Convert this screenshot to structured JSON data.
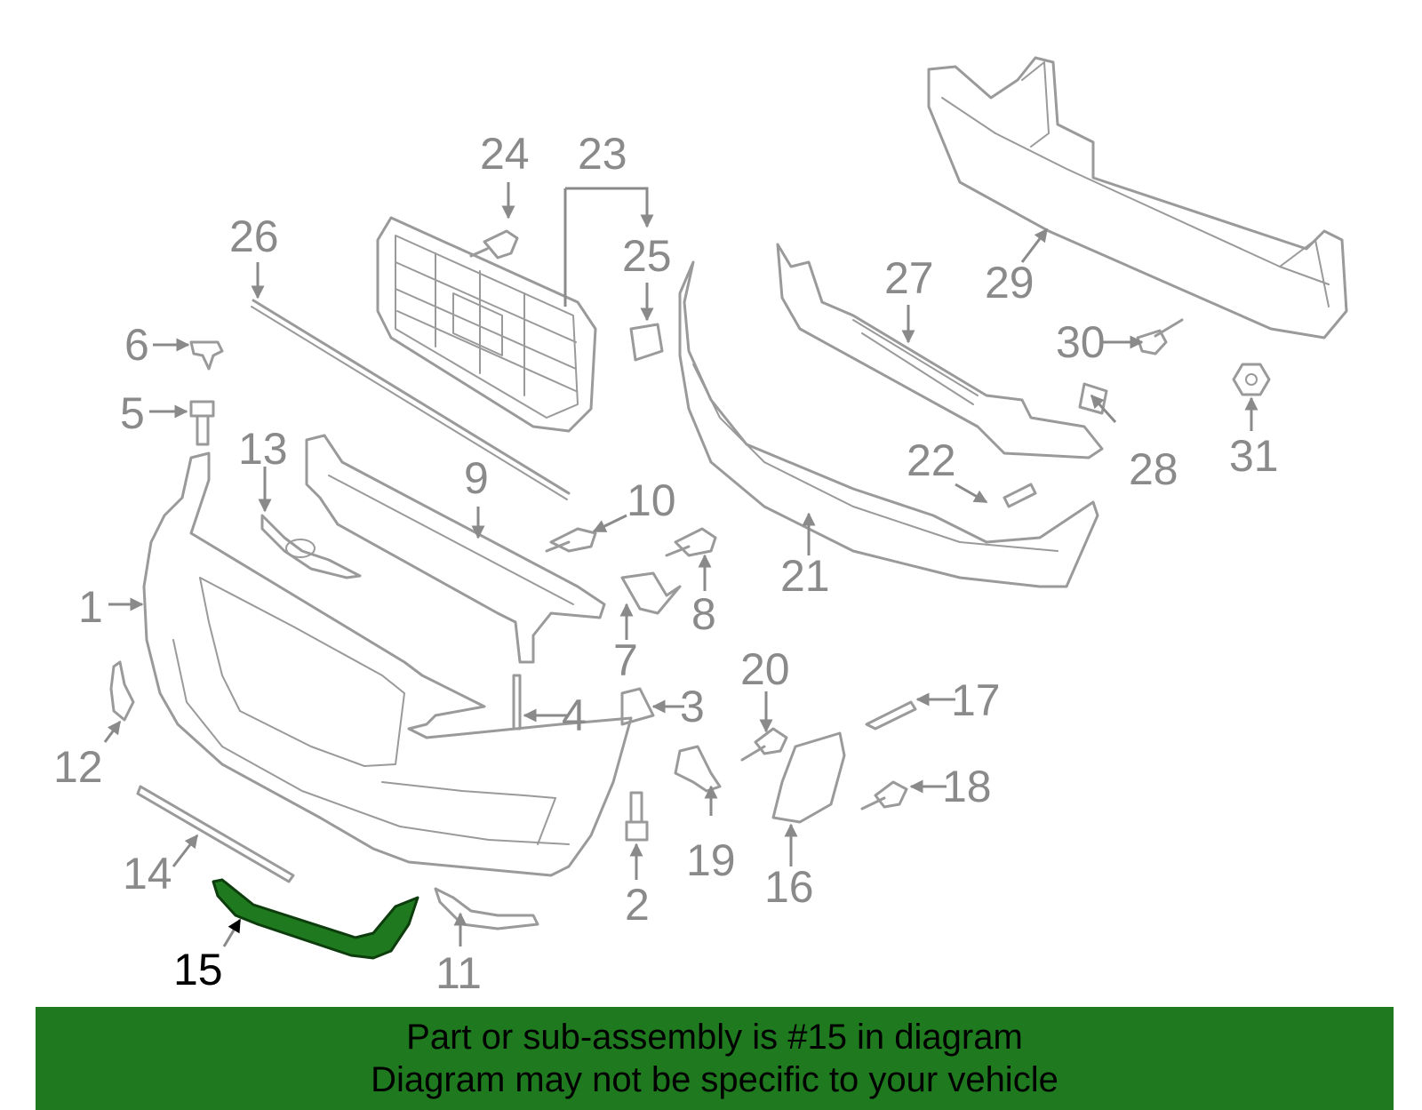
{
  "diagram": {
    "highlight_color": "#1f7a1f",
    "highlighted_part": "15",
    "callouts": [
      "1",
      "2",
      "3",
      "4",
      "5",
      "6",
      "7",
      "8",
      "9",
      "10",
      "11",
      "12",
      "13",
      "14",
      "15",
      "16",
      "17",
      "18",
      "19",
      "20",
      "21",
      "22",
      "23",
      "24",
      "25",
      "26",
      "27",
      "28",
      "29",
      "30",
      "31"
    ]
  },
  "banner": {
    "line1": "Part or sub-assembly is #15 in diagram",
    "line2": "Diagram may not be specific to your vehicle"
  }
}
